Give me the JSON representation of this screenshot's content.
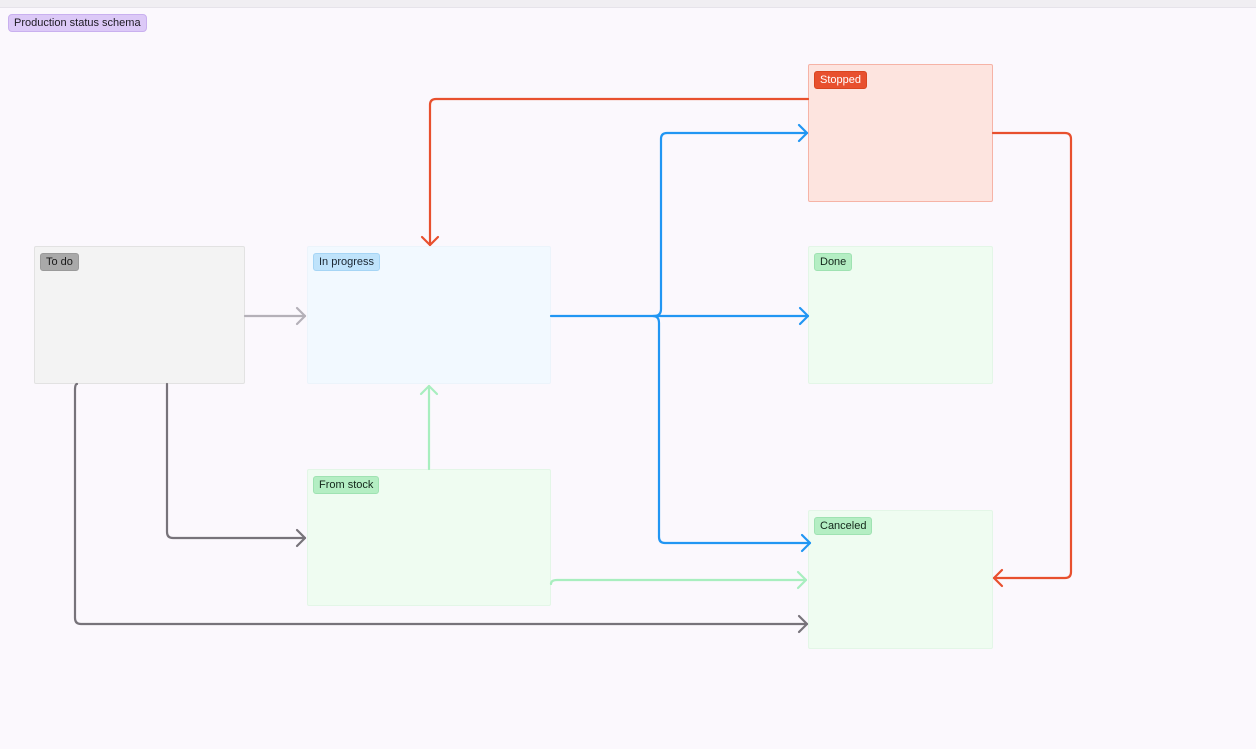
{
  "diagram_title": "Production status schema",
  "nodes": {
    "todo": {
      "label": "To do"
    },
    "in_progress": {
      "label": "In progress"
    },
    "from_stock": {
      "label": "From stock"
    },
    "stopped": {
      "label": "Stopped"
    },
    "done": {
      "label": "Done"
    },
    "canceled": {
      "label": "Canceled"
    }
  },
  "colors": {
    "blue_edge": "#2196f3",
    "red_edge": "#e8502e",
    "gray_edge": "#77737a",
    "light_gray_edge": "#b4b0b8",
    "green_edge": "#a8eebf"
  }
}
